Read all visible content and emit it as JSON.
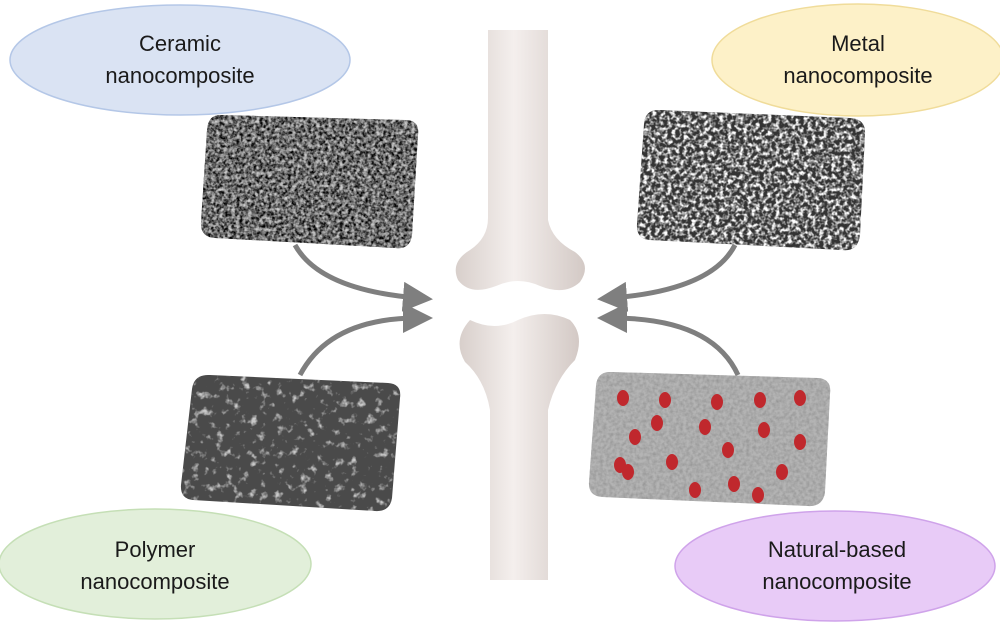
{
  "categories": [
    {
      "id": "ceramic",
      "line1": "Ceramic",
      "line2": "nanocomposite",
      "fill": "#dae3f3",
      "stroke": "#b4c7e7"
    },
    {
      "id": "metal",
      "line1": "Metal",
      "line2": "nanocomposite",
      "fill": "#fdf1c8",
      "stroke": "#f0dc9a"
    },
    {
      "id": "polymer",
      "line1": "Polymer",
      "line2": "nanocomposite",
      "fill": "#e2efda",
      "stroke": "#c5dfb6"
    },
    {
      "id": "natural",
      "line1": "Natural-based",
      "line2": "nanocomposite",
      "fill": "#e8cbf7",
      "stroke": "#cfa3ea"
    }
  ],
  "colors": {
    "bone": "#ece6e3",
    "arrow": "#7f7f7f",
    "dots": "#c0282d"
  }
}
